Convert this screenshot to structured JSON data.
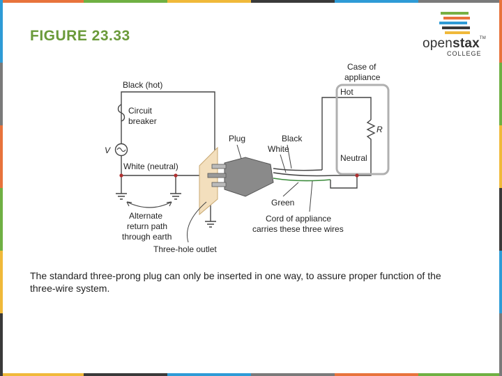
{
  "slide": {
    "title": "FIGURE 23.33",
    "title_color": "#6a9a3a",
    "caption": "The standard three-prong plug can only be inserted in one way, to assure proper function of the three-wire system."
  },
  "logo": {
    "word_light": "open",
    "word_bold": "stax",
    "trademark": "TM",
    "sub": "COLLEGE",
    "bar_colors": [
      "#78b043",
      "#e8733c",
      "#2e9bd6",
      "#3a3a3a",
      "#f0b93a"
    ]
  },
  "border_colors": [
    "#e8733c",
    "#6fb043",
    "#f0b93a",
    "#3a3a3a",
    "#2e9bd6",
    "#7a7a7a"
  ],
  "diagram": {
    "labels": {
      "black_hot": "Black (hot)",
      "circuit_breaker_1": "Circuit",
      "circuit_breaker_2": "breaker",
      "voltage": "V",
      "white_neutral": "White (neutral)",
      "plug": "Plug",
      "black": "Black",
      "white": "White",
      "case_1": "Case of",
      "case_2": "appliance",
      "hot": "Hot",
      "resistor": "R",
      "neutral": "Neutral",
      "green": "Green",
      "cord_1": "Cord of appliance",
      "cord_2": "carries these three wires",
      "alt_1": "Alternate",
      "alt_2": "return path",
      "alt_3": "through earth",
      "outlet": "Three-hole outlet"
    },
    "colors": {
      "wire": "#444444",
      "node": "#b03030",
      "case": "#b0b0b0",
      "outlet_plate": "#f3dfbd",
      "plug_body": "#8a8a8a",
      "green_wire": "#3a8a3a"
    }
  }
}
